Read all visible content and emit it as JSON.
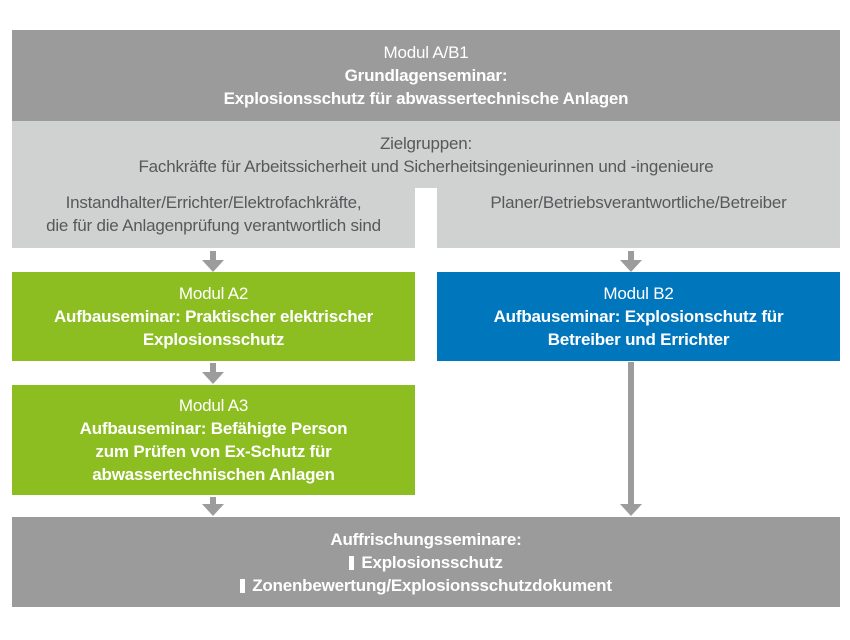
{
  "diagram_title": "Seminar module flow diagram",
  "colors": {
    "header_bar": "#9B9B9B",
    "footer_bar": "#9B9B9B",
    "target_zone": "#D0D2D2",
    "module_green": "#8CBE22",
    "module_blue": "#0076BD",
    "arrow": "#9C9C9C",
    "text_on_color": "#FFFFFF",
    "text_dark": "#58585A"
  },
  "top_bar": {
    "line1": "Modul A/B1",
    "line2": "Grundlagenseminar:",
    "line3": "Explosionsschutz für abwassertechnische Anlagen"
  },
  "target_groups": {
    "title": "Zielgruppen:",
    "subtitle": "Fachkräfte für Arbeitssicherheit und Sicherheitsingenieurinnen und -ingenieure",
    "left_line1": "Instandhalter/Errichter/Elektrofachkräfte,",
    "left_line2": "die für die Anlagenprüfung verantwortlich sind",
    "right_line1": "Planer/Betriebsverantwortliche/Betreiber"
  },
  "module_a2": {
    "title": "Modul A2",
    "line1": "Aufbauseminar: Praktischer elektrischer",
    "line2": "Explosionsschutz"
  },
  "module_b2": {
    "title": "Modul B2",
    "line1": "Aufbauseminar: Explosionschutz für",
    "line2": "Betreiber und Errichter"
  },
  "module_a3": {
    "title": "Modul A3",
    "line1": "Aufbauseminar: Befähigte Person",
    "line2": "zum Prüfen von Ex-Schutz für",
    "line3": "abwassertechnischen Anlagen"
  },
  "refresher": {
    "title": "Auffrischungsseminare:",
    "item1": "Explosionsschutz",
    "item2": "Zonenbewertung/Explosionsschutzdokument"
  }
}
